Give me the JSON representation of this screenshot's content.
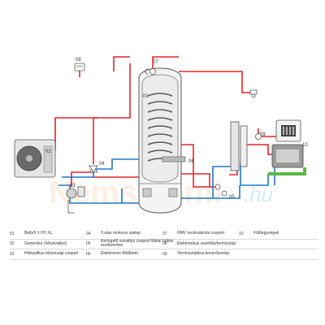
{
  "diagram": {
    "watermark": "Nemsemmi",
    "watermark_suffix": ".hu",
    "callouts": {
      "01": "01",
      "02": "02",
      "03": "03",
      "04": "04",
      "05": "05",
      "06": "06",
      "07": "07",
      "08": "08",
      "09": "09",
      "10": "10"
    }
  },
  "legend": [
    [
      {
        "num": "01",
        "text": "Bolly® 1 HY XL"
      },
      {
        "num": "04",
        "text": "3 utas motoros szelep"
      },
      {
        "num": "07",
        "text": "HMV recirkulációs csoport"
      },
      {
        "num": "10",
        "text": "Fűtőegységek"
      }
    ],
    [
      {
        "num": "02",
        "text": "Generátor (hőszivattyú)"
      },
      {
        "num": "05",
        "text": "Keringető szivattyú csoport fűtési/ hűtési rendszerhez"
      },
      {
        "num": "08",
        "text": "Elektronikus vezérlés/termosztát"
      },
      {
        "num": "",
        "text": ""
      }
    ],
    [
      {
        "num": "03",
        "text": "Hidraulikus biztonsági csoport"
      },
      {
        "num": "06",
        "text": "Elektromos fűtőbetét"
      },
      {
        "num": "09",
        "text": "Termosztatikus keverőszelep"
      },
      {
        "num": "",
        "text": ""
      }
    ]
  ],
  "colors": {
    "hot": "#e8232a",
    "cold": "#1e7ac8",
    "component": "#555555"
  }
}
